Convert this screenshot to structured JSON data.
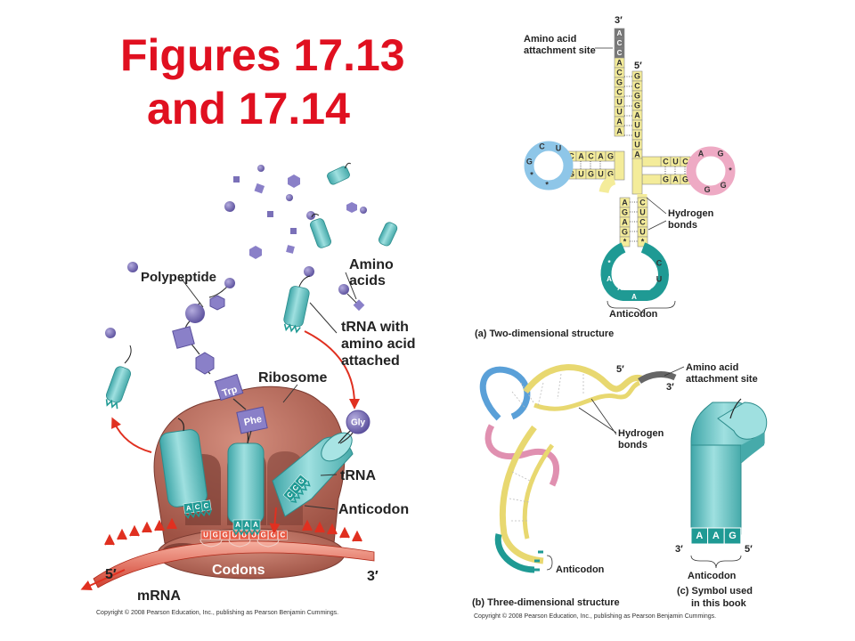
{
  "title": {
    "line1": "Figures 17.13",
    "line2": "and 17.14"
  },
  "left_panel": {
    "labels": {
      "polypeptide": "Polypeptide",
      "amino_acids_1": "Amino",
      "amino_acids_2": "acids",
      "trna_attached_1": "tRNA with",
      "trna_attached_2": "amino acid",
      "trna_attached_3": "attached",
      "ribosome": "Ribosome",
      "trna": "tRNA",
      "anticodon": "Anticodon",
      "codons": "Codons",
      "mrna": "mRNA",
      "five_prime": "5′",
      "three_prime": "3′"
    },
    "amino_acid_tags": [
      "Trp",
      "Phe",
      "Gly"
    ],
    "trna_anticodons": [
      [
        "A",
        "C",
        "C"
      ],
      [
        "A",
        "A",
        "A"
      ],
      [
        "C",
        "C",
        "G"
      ]
    ],
    "mrna_bases": [
      "U",
      "G",
      "G",
      "U",
      "U",
      "U",
      "G",
      "G",
      "C"
    ],
    "copyright": "Copyright © 2008 Pearson Education, Inc., publishing as Pearson Benjamin Cummings."
  },
  "panel_a": {
    "three_prime": "3′",
    "five_prime": "5′",
    "amino_site_1": "Amino acid",
    "amino_site_2": "attachment site",
    "hbonds_1": "Hydrogen",
    "hbonds_2": "bonds",
    "anticodon": "Anticodon",
    "caption": "(a) Two-dimensional structure",
    "acceptor_3_tail": [
      "A",
      "C",
      "C"
    ],
    "acceptor_3_stem": [
      "A",
      "C",
      "G",
      "C",
      "U",
      "U",
      "A",
      "A"
    ],
    "acceptor_5_stem": [
      "G",
      "C",
      "G",
      "G",
      "A",
      "U",
      "U",
      "U",
      "A"
    ],
    "d_stem_top": [
      "C",
      "A",
      "C",
      "A",
      "G"
    ],
    "d_stem_bottom": [
      "G",
      "U",
      "G",
      "U",
      "G"
    ],
    "d_loop": [
      "U",
      "C",
      "G",
      "*",
      "*"
    ],
    "t_stem_top": [
      "C",
      "U",
      "C"
    ],
    "t_stem_bottom": [
      "G",
      "A",
      "G"
    ],
    "t_loop": [
      "A",
      "G",
      "*",
      "G",
      "G"
    ],
    "ac_stem_left": [
      "A",
      "G",
      "A",
      "G",
      "*"
    ],
    "ac_stem_right": [
      "C",
      "U",
      "C",
      "U",
      "*"
    ],
    "ac_loop_left": [
      "*",
      "A"
    ],
    "ac_loop_right": [
      "C",
      "U"
    ],
    "anticodon_bases": [
      "A",
      "A",
      "G"
    ]
  },
  "panel_b": {
    "five_prime": "5′",
    "three_prime": "3′",
    "amino_site_1": "Amino acid",
    "amino_site_2": "attachment site",
    "hbonds_1": "Hydrogen",
    "hbonds_2": "bonds",
    "anticodon": "Anticodon",
    "caption": "(b) Three-dimensional structure",
    "copyright": "Copyright © 2008 Pearson Education, Inc., publishing as Pearson Benjamin Cummings."
  },
  "panel_c": {
    "three_prime": "3′",
    "five_prime": "5′",
    "anticodon": "Anticodon",
    "anticodon_bases": [
      "A",
      "A",
      "G"
    ],
    "caption_1": "(c) Symbol used",
    "caption_2": "in this book"
  },
  "colors": {
    "title_red": "#e01020",
    "ribosome": "#b8685a",
    "trna_teal": "#6cc8c8",
    "amino_purple": "#7a70b8",
    "stem_yellow": "#f4ec9a",
    "loop_blue": "#8ec6e8",
    "loop_pink": "#eeaac4",
    "anticodon_teal": "#1f9a94",
    "tail_gray": "#777777",
    "arrow_red": "#e03020"
  }
}
